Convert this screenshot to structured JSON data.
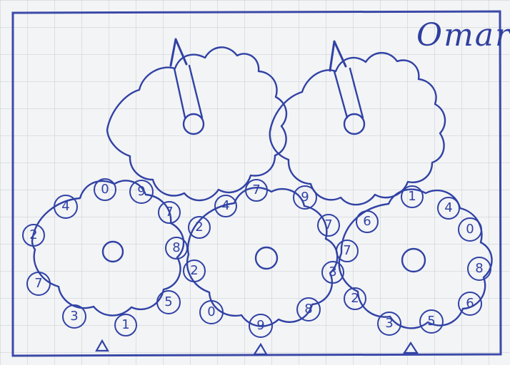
{
  "author_name": "Omar",
  "ink_color": "#2f3f9f",
  "grid_color": "#c6cad2",
  "paper_color": "#f3f4f5",
  "top_gears": [
    {
      "center_label": "",
      "pointer": "needle"
    },
    {
      "center_label": "",
      "pointer": "needle"
    }
  ],
  "bottom_gears": [
    {
      "teeth_labels": [
        "0",
        "9",
        "7",
        "8",
        "5",
        "1",
        "3",
        "7",
        "2",
        "4"
      ]
    },
    {
      "teeth_labels": [
        "7",
        "9",
        "7",
        "3",
        "8",
        "9",
        "0",
        "2",
        "2",
        "4"
      ]
    },
    {
      "teeth_labels": [
        "1",
        "4",
        "0",
        "8",
        "6",
        "5",
        "3",
        "2",
        "7",
        "6"
      ]
    }
  ],
  "triangle_marker": "△"
}
